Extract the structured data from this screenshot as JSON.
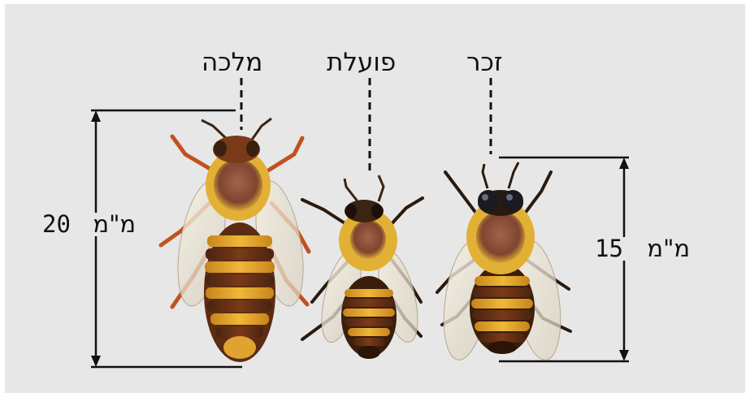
{
  "labels": {
    "queen": "מלכה",
    "worker": "פועלת",
    "drone": "זכר"
  },
  "measurements": {
    "queen_value": "20",
    "drone_value": "15",
    "unit": "מ\"מ"
  },
  "colors": {
    "background": "#e7e7e7",
    "line": "#111111",
    "bee_yellow": "#e8b02e",
    "bee_brown": "#6e3a1c",
    "bee_dark": "#2a1a0e"
  }
}
